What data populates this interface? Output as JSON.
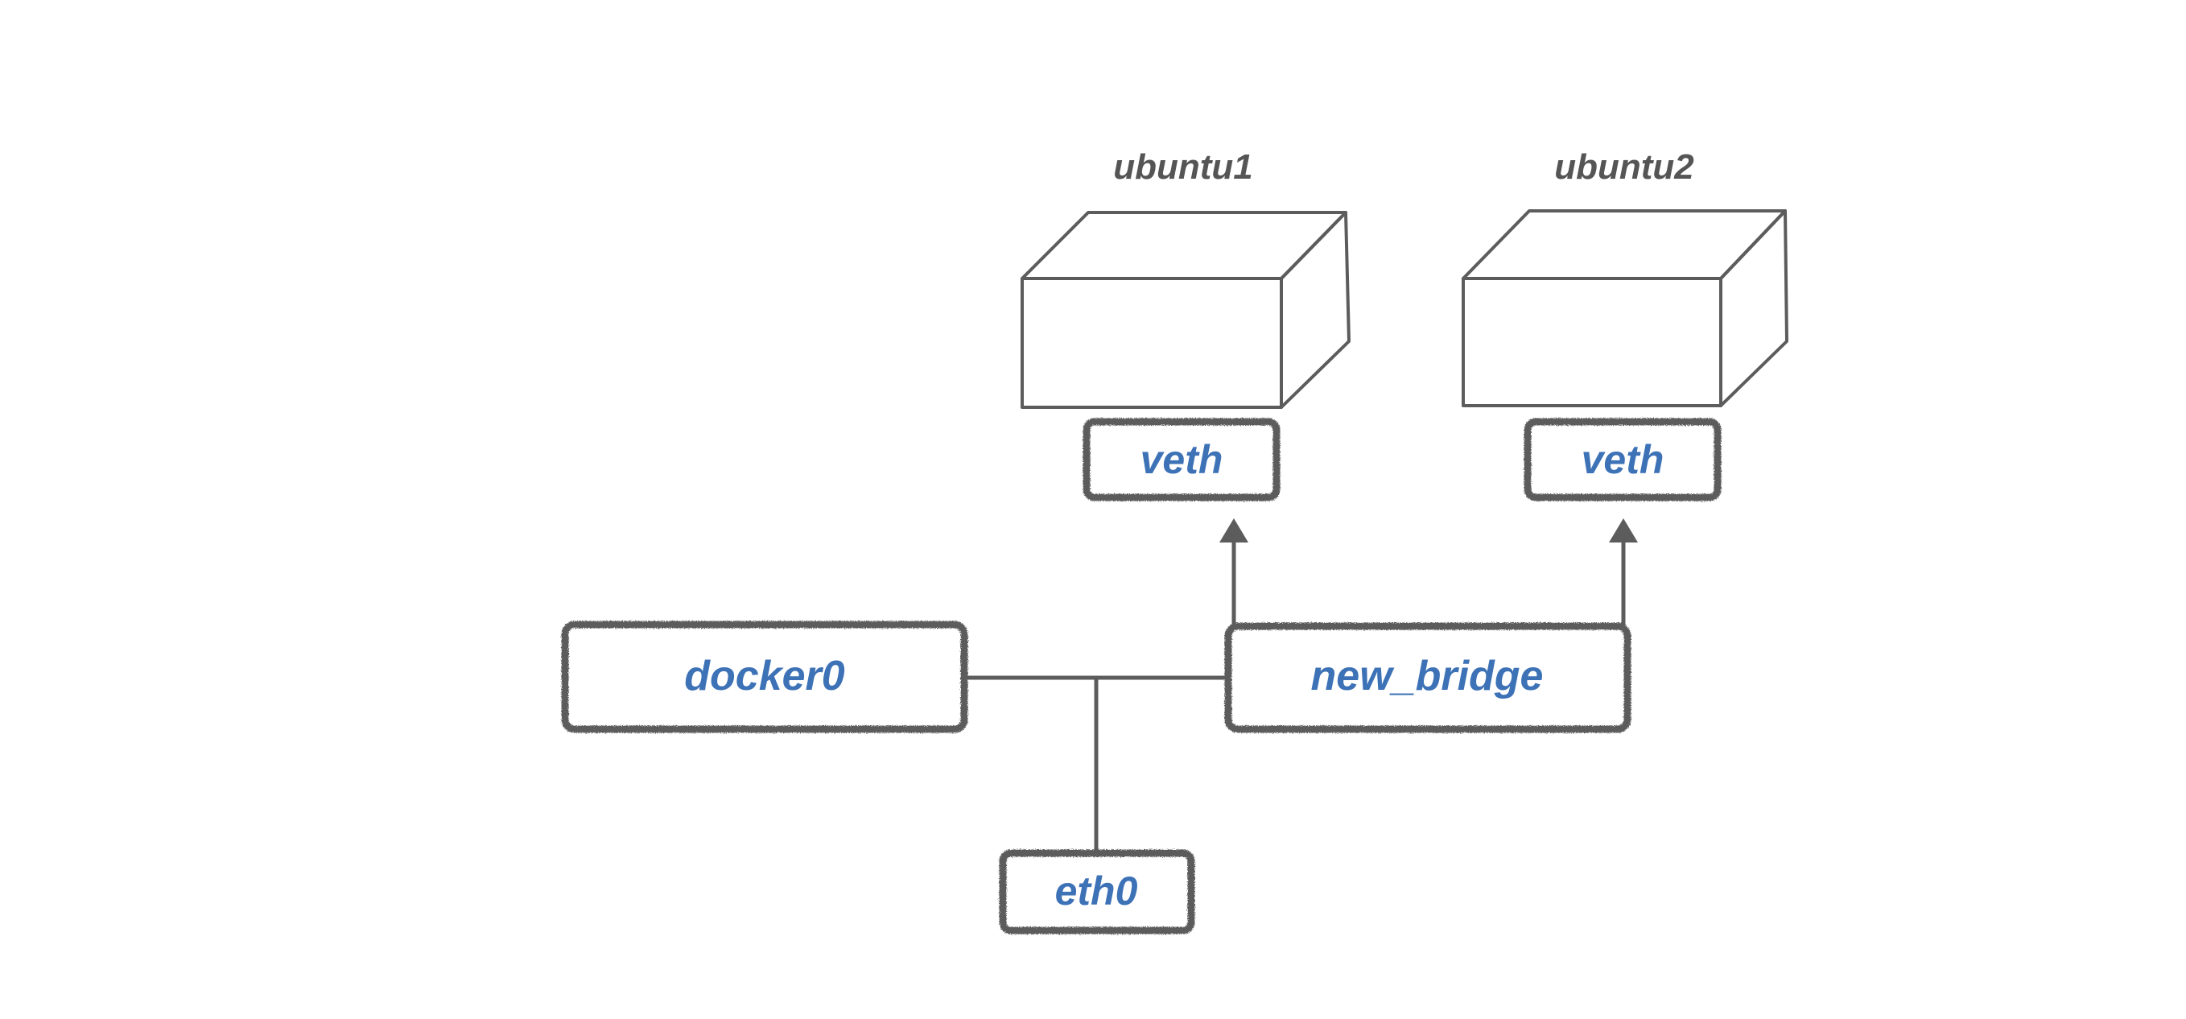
{
  "colors": {
    "stroke": "#5c5c5c",
    "label_blue": "#3d72b6",
    "host_label": "#555555",
    "background": "#ffffff"
  },
  "hosts": {
    "ubuntu1": {
      "label": "ubuntu1"
    },
    "ubuntu2": {
      "label": "ubuntu2"
    }
  },
  "interfaces": {
    "veth1": {
      "label": "veth"
    },
    "veth2": {
      "label": "veth"
    },
    "docker0": {
      "label": "docker0"
    },
    "new_bridge": {
      "label": "new_bridge"
    },
    "eth0": {
      "label": "eth0"
    }
  }
}
